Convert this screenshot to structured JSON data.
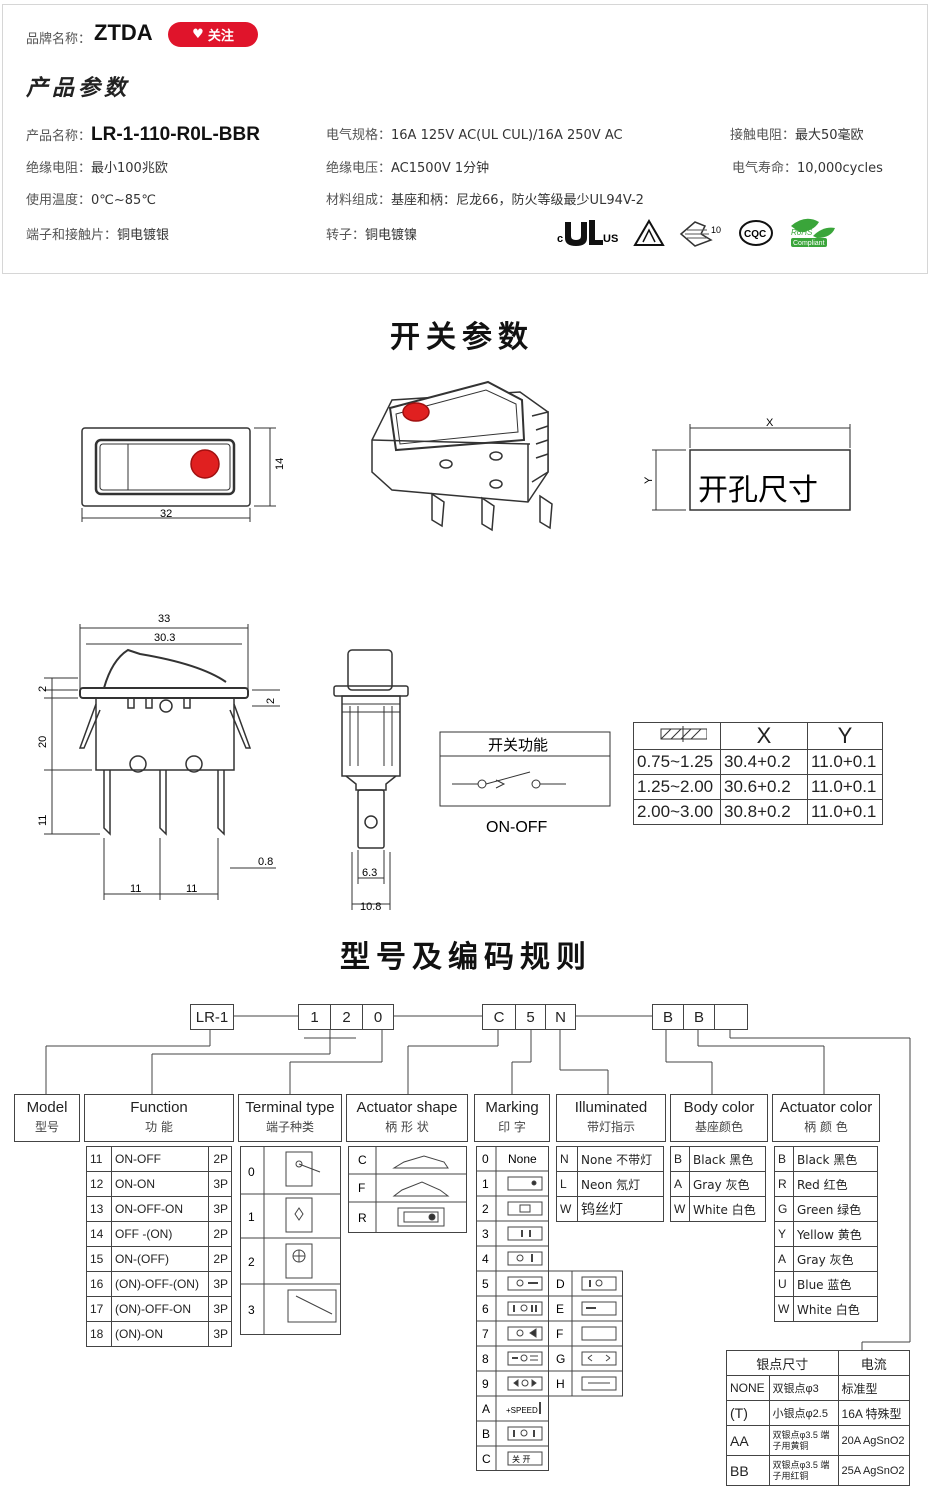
{
  "brand": {
    "label": "品牌名称：",
    "name": "ZTDA",
    "follow": "关注"
  },
  "params_title": "产品参数",
  "specs": [
    {
      "label": "产品名称：",
      "value": "LR-1-110-R0L-BBR"
    },
    {
      "label": "电气规格：",
      "value": "16A  125V  AC(UL CUL)/16A 250V  AC"
    },
    {
      "label": "接触电阻：",
      "value": "最大50毫欧"
    },
    {
      "label": "绝缘电阻：",
      "value": "最小100兆欧"
    },
    {
      "label": "绝缘电压：",
      "value": "AC1500V 1分钟"
    },
    {
      "label": "电气寿命：",
      "value": "10,000cycles"
    },
    {
      "label": "使用温度：",
      "value": "0℃~85℃"
    },
    {
      "label": "材料组成：",
      "value": "基座和柄：尼龙66，防火等级最少UL94V-2"
    },
    {
      "label": "端子和接触片：",
      "value": "铜电镀银"
    },
    {
      "label": "转子：",
      "value": "铜电镀镍"
    }
  ],
  "certs": [
    "c",
    "US",
    "CQC",
    "RoHS",
    "Compliant",
    "10"
  ],
  "switch_title": "开关参数",
  "dims": {
    "front_w": "32",
    "front_h": "14",
    "side_total": "33",
    "side_w": "30.3",
    "d2a": "2",
    "d2b": "2",
    "d20": "20",
    "d11": "11",
    "d08": "0.8",
    "pin_a": "11",
    "pin_b": "11",
    "d63": "6.3",
    "d108": "10.8",
    "cut_x": "X",
    "cut_y": "Y",
    "cutout": "开孔尺寸"
  },
  "func_box": {
    "title": "开关功能",
    "caption": "ON-OFF"
  },
  "xy_table": {
    "headers": [
      "X",
      "Y"
    ],
    "rows": [
      [
        "0.75~1.25",
        "30.4+0.2",
        "11.0+0.1"
      ],
      [
        "1.25~2.00",
        "30.6+0.2",
        "11.0+0.1"
      ],
      [
        "2.00~3.00",
        "30.8+0.2",
        "11.0+0.1"
      ]
    ]
  },
  "coding_title": "型号及编码规则",
  "code_boxes": [
    "LR-1",
    "1",
    "2",
    "0",
    "C",
    "5",
    "N",
    "B",
    "B",
    ""
  ],
  "headers": [
    {
      "en": "Model",
      "zh": "型号"
    },
    {
      "en": "Function",
      "zh": "功  能"
    },
    {
      "en": "Terminal type",
      "zh": "端子种类"
    },
    {
      "en": "Actuator shape",
      "zh": "柄 形 状"
    },
    {
      "en": "Marking",
      "zh": "印  字"
    },
    {
      "en": "Illuminated",
      "zh": "带灯指示"
    },
    {
      "en": "Body color",
      "zh": "基座颜色"
    },
    {
      "en": "Actuator color",
      "zh": "柄 颜 色"
    }
  ],
  "functions": [
    [
      "11",
      "ON-OFF",
      "2P"
    ],
    [
      "12",
      "ON-ON",
      "3P"
    ],
    [
      "13",
      "ON-OFF-ON",
      "3P"
    ],
    [
      "14",
      "OFF -(ON)",
      "2P"
    ],
    [
      "15",
      "ON-(OFF)",
      "2P"
    ],
    [
      "16",
      "(ON)-OFF-(ON)",
      "3P"
    ],
    [
      "17",
      "(ON)-OFF-ON",
      "3P"
    ],
    [
      "18",
      "(ON)-ON",
      "3P"
    ]
  ],
  "terminals": [
    "0",
    "1",
    "2",
    "3"
  ],
  "shapes": [
    "C",
    "F",
    "R"
  ],
  "markings": [
    "0",
    "1",
    "2",
    "3",
    "4",
    "5",
    "6",
    "7",
    "8",
    "9",
    "A",
    "B",
    "C"
  ],
  "markings2": [
    "D",
    "E",
    "F",
    "G",
    "H"
  ],
  "marking_none": "None",
  "marking_speed": "+SPEED",
  "marking_zh": "关  开",
  "illum": [
    [
      "N",
      "None 不带灯"
    ],
    [
      "L",
      "Neon 氖灯"
    ],
    [
      "W",
      "钨丝灯"
    ]
  ],
  "body": [
    [
      "B",
      "Black 黑色"
    ],
    [
      "A",
      "Gray 灰色"
    ],
    [
      "W",
      "White 白色"
    ]
  ],
  "act": [
    [
      "B",
      "Black 黑色"
    ],
    [
      "R",
      "Red  红色"
    ],
    [
      "G",
      "Green 绿色"
    ],
    [
      "Y",
      "Yellow 黄色"
    ],
    [
      "A",
      "Gray 灰色"
    ],
    [
      "U",
      "Blue  蓝色"
    ],
    [
      "W",
      "White 白色"
    ]
  ],
  "silver": {
    "headers": [
      "银点尺寸",
      "电流"
    ],
    "rows": [
      [
        "NONE",
        "双银点φ3",
        "标准型"
      ],
      [
        "(T)",
        "小银点φ2.5",
        "16A 特殊型"
      ],
      [
        "AA",
        "双银点φ3.5 端子用黄铜",
        "20A AgSnO2"
      ],
      [
        "BB",
        "双银点φ3.5 端子用红铜",
        "25A AgSnO2"
      ]
    ]
  },
  "colors": {
    "accent": "#e0142b"
  }
}
